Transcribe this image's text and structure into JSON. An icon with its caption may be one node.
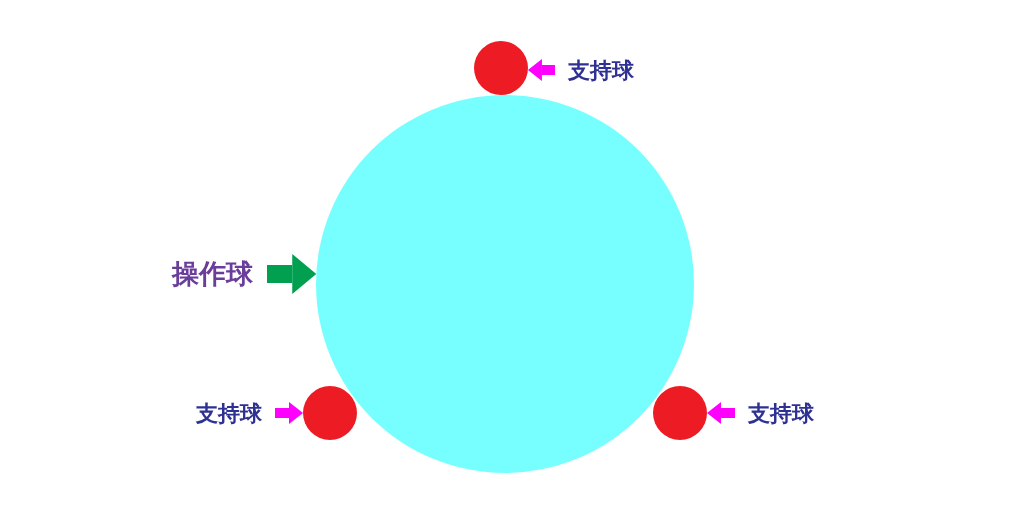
{
  "diagram": {
    "nodes": [
      {
        "text": [
          "支持球"
        ]
      },
      {
        "text": [],
        "shape": "circle"
      },
      {
        "text": [],
        "shape": "circle"
      },
      {
        "text": [
          "操作球"
        ]
      },
      {
        "text": [
          "支持球"
        ]
      },
      {
        "text": [],
        "shape": "circle"
      },
      {
        "text": [],
        "shape": "circle"
      },
      {
        "text": [
          "支持球"
        ]
      }
    ],
    "edges": [
      {
        "from": 0,
        "to": 1,
        "arrow": "to"
      },
      {
        "from": 3,
        "to": 2,
        "arrow": "to",
        "style": "thick",
        "color": "#00a050"
      },
      {
        "from": 4,
        "to": 5,
        "arrow": "to"
      },
      {
        "from": 7,
        "to": 6,
        "arrow": "to"
      }
    ]
  }
}
